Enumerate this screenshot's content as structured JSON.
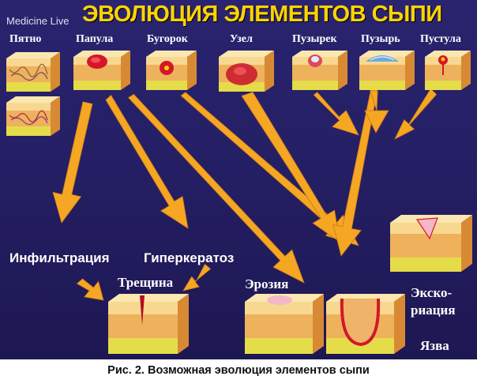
{
  "title": "ЭВОЛЮЦИЯ ЭЛЕМЕНТОВ СЫПИ",
  "watermark": "Medicine Live",
  "primary_elements": [
    "Пятно",
    "Папула",
    "Бугорок",
    "Узел",
    "Пузырек",
    "Пузырь",
    "Пустула"
  ],
  "secondary_elements": {
    "infiltration": "Инфильтрация",
    "hyperkeratosis": "Гиперкератоз",
    "fissure": "Трещина",
    "erosion": "Эрозия",
    "excoriation_line1": "Экско-",
    "excoriation_line2": "риация",
    "ulcer": "Язва"
  },
  "caption": "Рис. 2. Возможная эволюция элементов сыпи",
  "colors": {
    "background": "#241e63",
    "title": "#ffd400",
    "arrow": "#f5a623",
    "skin_top": "#f6d88a",
    "skin_deep": "#e79a3c",
    "fat": "#e8e04a",
    "lesion": "#d4162a"
  }
}
